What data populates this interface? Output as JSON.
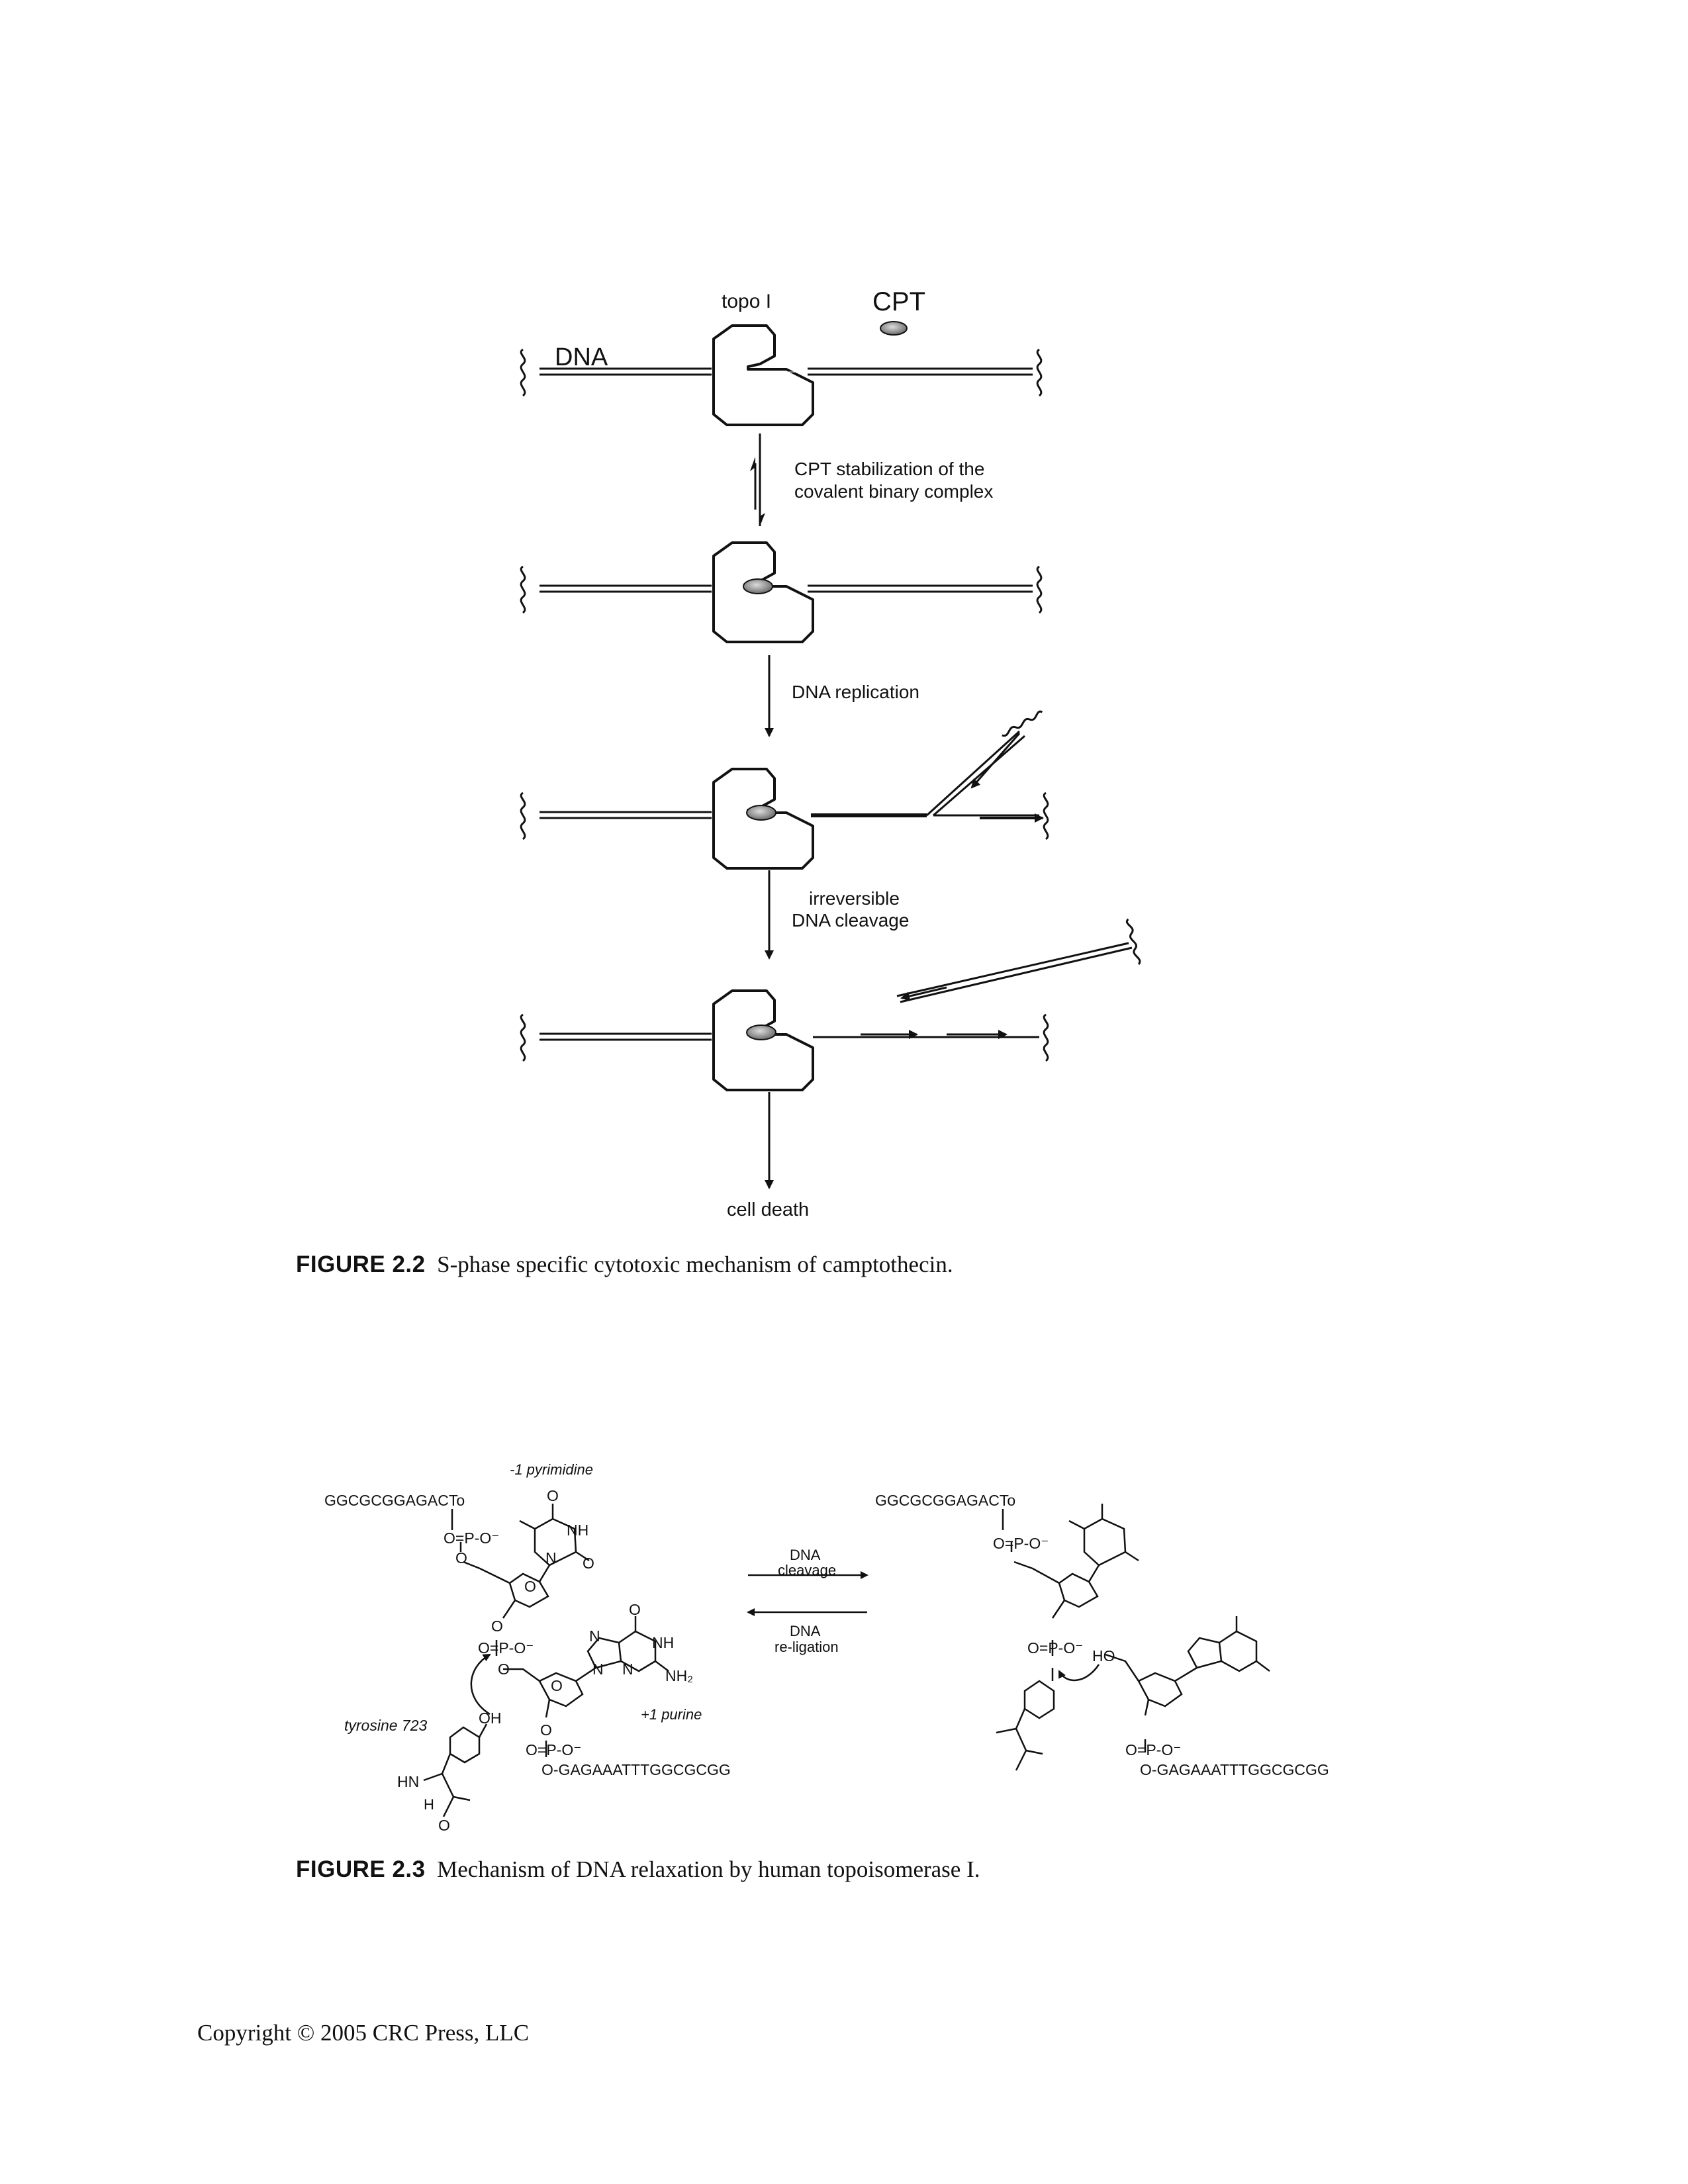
{
  "figure_2_2": {
    "labels": {
      "topo": "topo I",
      "cpt": "CPT",
      "dna": "DNA",
      "step1_line1": "CPT stabilization of the",
      "step1_line2": "covalent binary complex",
      "step2": "DNA replication",
      "step3_line1": "irreversible",
      "step3_line2": "DNA cleavage",
      "end": "cell death"
    },
    "caption_number": "FIGURE 2.2",
    "caption_text": "S-phase specific cytotoxic mechanism of camptothecin."
  },
  "figure_2_3": {
    "left": {
      "seq_top": "GGCGCGGAGACTo",
      "seq_bottom": "O-GAGAAATTTGGCGCGG",
      "pyrimidine_label": "-1 pyrimidine",
      "purine_label": "+1 purine",
      "tyrosine_label": "tyrosine 723",
      "atoms": {
        "O": "O",
        "NH": "NH",
        "N": "N",
        "NH2": "NH₂",
        "OH": "OH",
        "HN": "HN",
        "H": "H",
        "phosphate_top": "O=P-O⁻",
        "phosphate_mid": "O=P-O⁻",
        "phosphate_bot": "O=P-O⁻"
      }
    },
    "right": {
      "seq_top": "GGCGCGGAGACTo",
      "seq_bottom": "O-GAGAAATTTGGCGCGG",
      "atoms": {
        "HO": "HO",
        "phosphate_top": "O=P-O⁻",
        "phosphate_mid": "O=P-O⁻",
        "phosphate_bot": "O=P-O⁻"
      }
    },
    "arrows": {
      "forward_line1": "DNA",
      "forward_line2": "cleavage",
      "reverse_line1": "DNA",
      "reverse_line2": "re-ligation"
    },
    "caption_number": "FIGURE 2.3",
    "caption_text": "Mechanism of DNA relaxation by human topoisomerase I."
  },
  "footer": {
    "copyright": "Copyright © 2005 CRC Press, LLC"
  }
}
